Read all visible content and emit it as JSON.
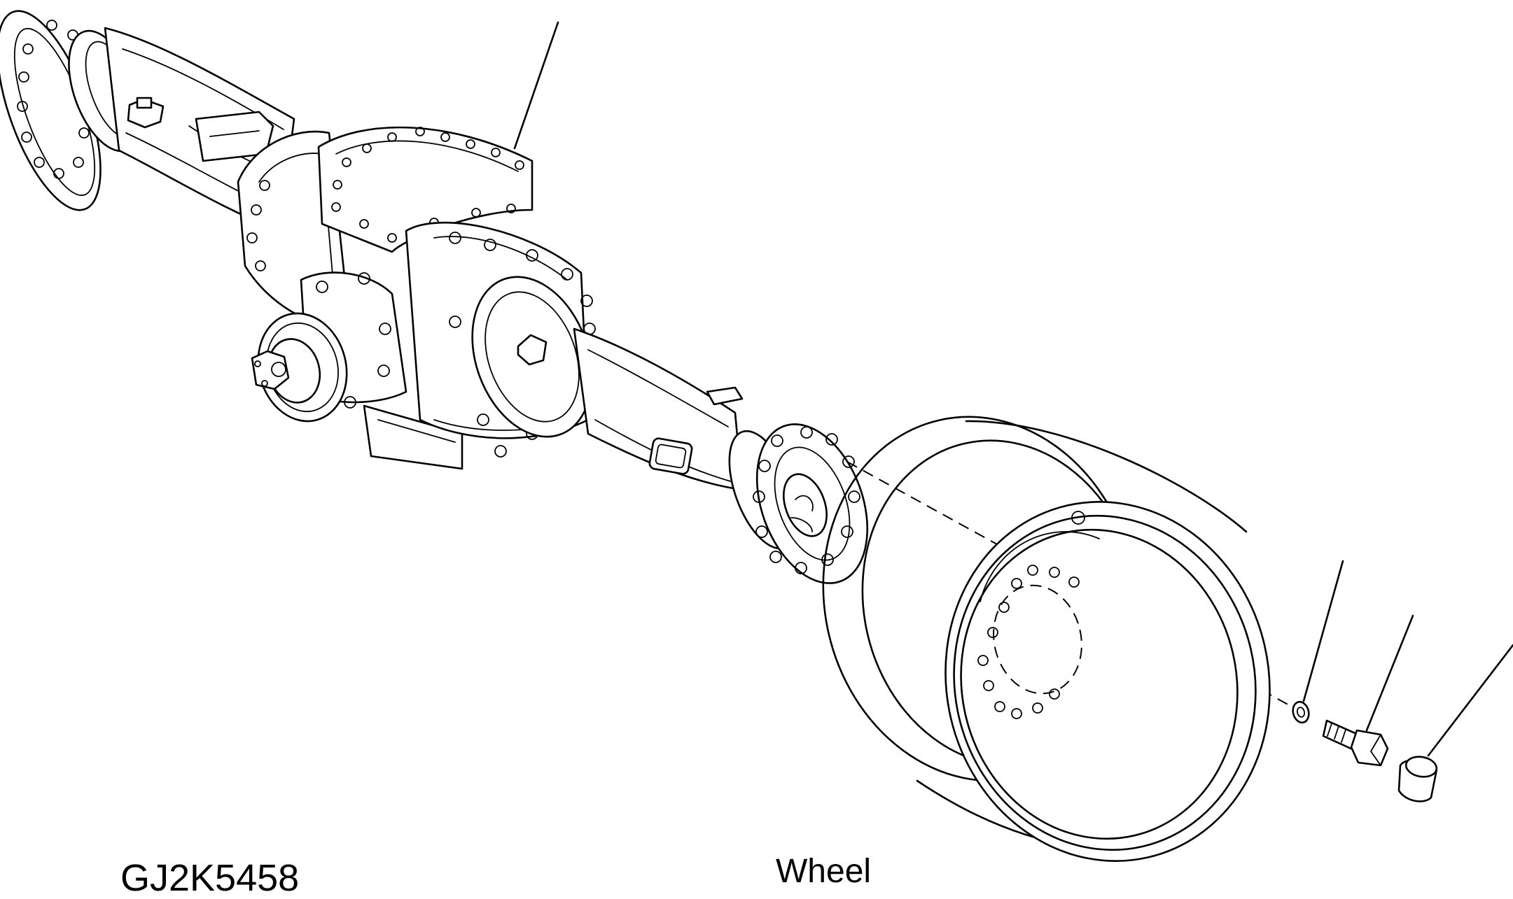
{
  "figure": {
    "drawing_code": "GJ2K5458",
    "caption": "Wheel"
  },
  "parts": [
    {
      "name": "axle-assembly"
    },
    {
      "name": "wheel-rim"
    },
    {
      "name": "washer"
    },
    {
      "name": "wheel-bolt"
    },
    {
      "name": "cap"
    }
  ]
}
